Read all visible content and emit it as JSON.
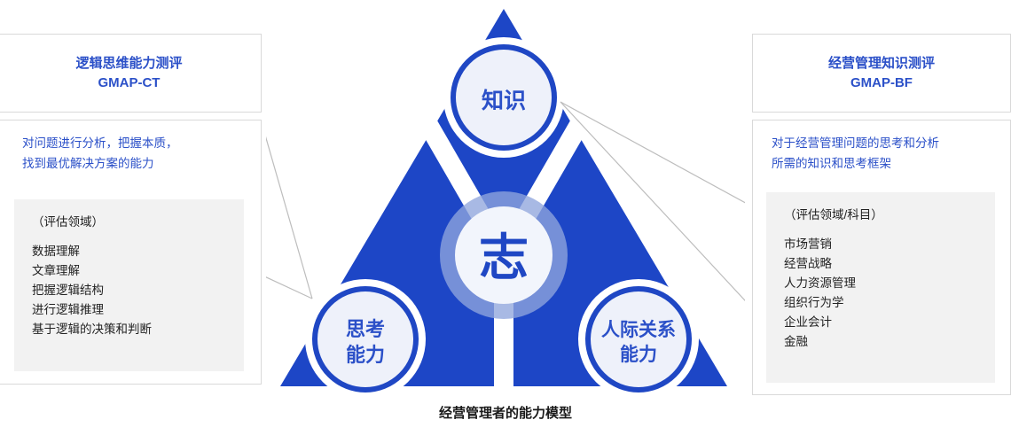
{
  "left_panel": {
    "header_title": "逻辑思维能力测评\nGMAP-CT",
    "description": "对问题进行分析，把握本质，\n找到最优解决方案的能力",
    "inner_title": "（评估领域）",
    "items": [
      "数据理解",
      "文章理解",
      "把握逻辑结构",
      "进行逻辑推理",
      "基于逻辑的决策和判断"
    ]
  },
  "right_panel": {
    "header_title": "经营管理知识测评\nGMAP-BF",
    "description": "对于经营管理问题的思考和分析\n所需的知识和思考框架",
    "inner_title": "（评估领域/科目）",
    "items": [
      "市场营销",
      "经营战略",
      "人力资源管理",
      "组织行为学",
      "企业会计",
      "金融"
    ]
  },
  "diagram": {
    "core_label": "志",
    "nodes": {
      "top": "知识",
      "bottom_left_line1": "思考",
      "bottom_left_line2": "能力",
      "bottom_right_line1": "人际关系",
      "bottom_right_line2": "能力"
    }
  },
  "caption": "经营管理者的能力模型",
  "colors": {
    "triangle_blue": "#1d46c6",
    "node_ring": "#1f47c4",
    "node_fill": "#eef1fa",
    "core_ring": "#8fa5dd",
    "core_fill": "#f2f5fc",
    "accent_text": "#2b50c8",
    "body_text": "#222222",
    "panel_border": "#d9d9d9",
    "inner_box": "#f2f2f2",
    "connector_line": "#bdbdbd"
  }
}
